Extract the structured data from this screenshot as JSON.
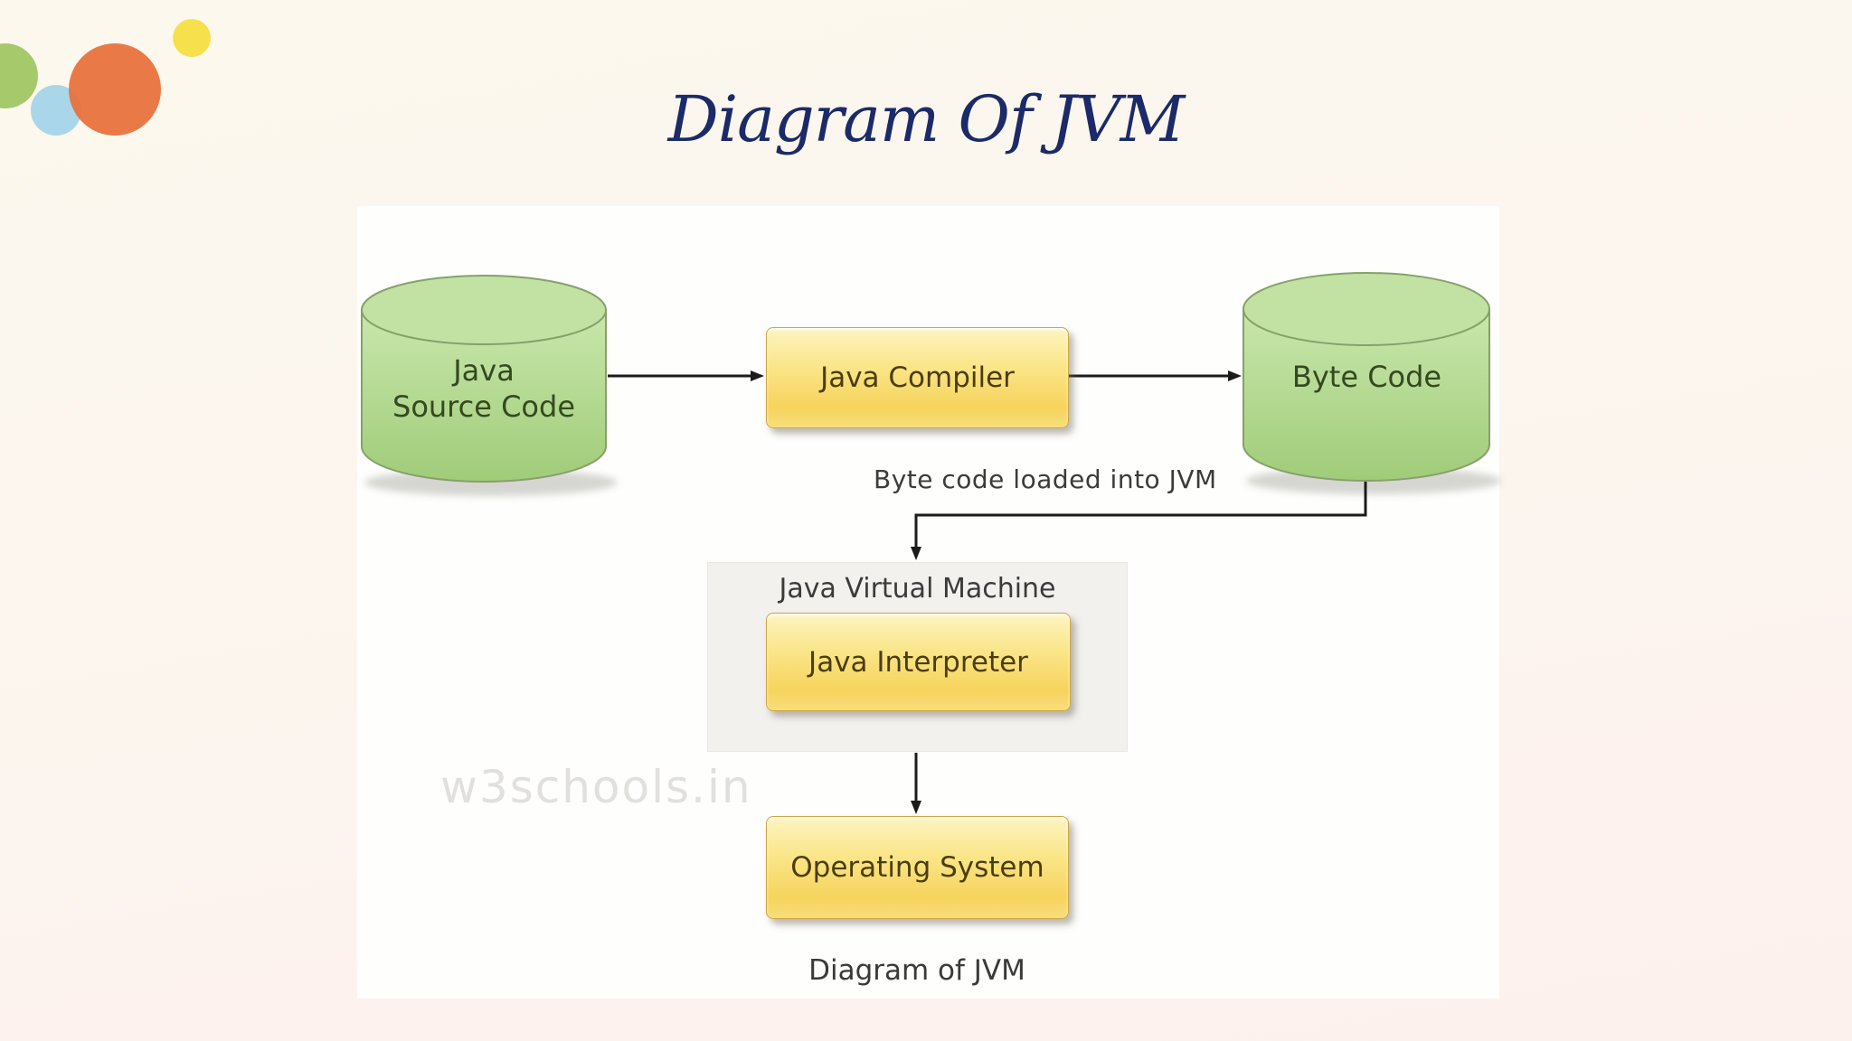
{
  "title": {
    "text": "Diagram Of JVM",
    "color": "#1b2a68"
  },
  "decor_circles": [
    {
      "name": "green",
      "color": "#a5c96b"
    },
    {
      "name": "blue",
      "color": "#a9d6e9"
    },
    {
      "name": "orange",
      "color": "#e7703b"
    },
    {
      "name": "yellow",
      "color": "#f6e14c"
    }
  ],
  "diagram": {
    "nodes": {
      "java_source_code": {
        "shape": "cylinder",
        "line1": "Java",
        "line2": "Source Code",
        "fill": "#b5da93",
        "text_color": "#35491f"
      },
      "java_compiler": {
        "shape": "box",
        "label": "Java Compiler",
        "fill": "#f8dc6e",
        "text_color": "#4c3d0e"
      },
      "byte_code": {
        "shape": "cylinder",
        "label": "Byte Code",
        "fill": "#b5da93",
        "text_color": "#35491f"
      },
      "java_virtual_machine": {
        "shape": "container",
        "label": "Java Virtual Machine",
        "fill": "#f2f1ee",
        "text_color": "#3b3b3b"
      },
      "java_interpreter": {
        "shape": "box",
        "label": "Java Interpreter",
        "fill": "#f8dc6e",
        "text_color": "#4c3d0e"
      },
      "operating_system": {
        "shape": "box",
        "label": "Operating System",
        "fill": "#f8dc6e",
        "text_color": "#4c3d0e"
      }
    },
    "edges": [
      {
        "from": "java_source_code",
        "to": "java_compiler",
        "style": "arrow"
      },
      {
        "from": "java_compiler",
        "to": "byte_code",
        "style": "arrow"
      },
      {
        "from": "byte_code",
        "to": "java_virtual_machine",
        "style": "elbow-arrow"
      },
      {
        "from": "java_virtual_machine",
        "to": "operating_system",
        "style": "arrow"
      }
    ],
    "annotations": {
      "load_note": "Byte code loaded into JVM",
      "watermark": "w3schools.in",
      "caption": "Diagram of JVM"
    },
    "arrow_color": "#1b1b1b"
  }
}
